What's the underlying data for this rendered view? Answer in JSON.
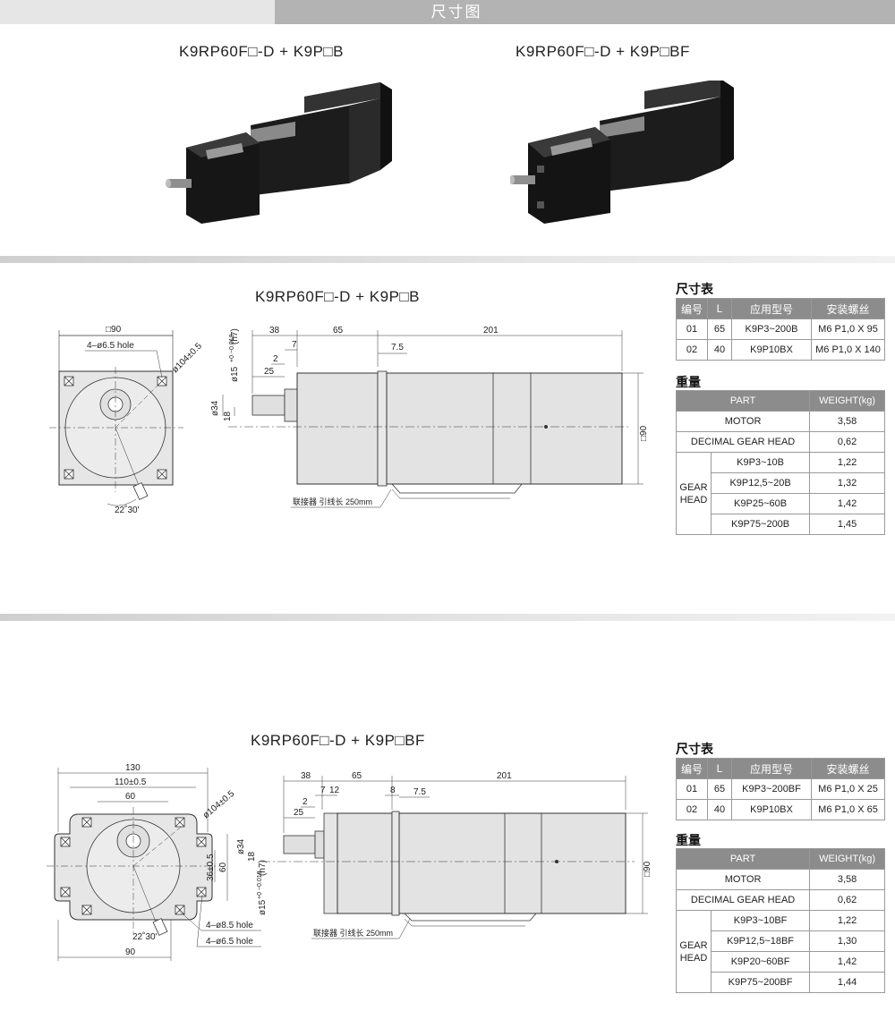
{
  "header": {
    "title": "尺寸图"
  },
  "products": [
    {
      "model": "K9RP60F□-D + K9P□B"
    },
    {
      "model": "K9RP60F□-D + K9P□BF"
    }
  ],
  "drawings": [
    {
      "model": "K9RP60F□-D + K9P□B",
      "front": {
        "square": "□90",
        "hole": "4–ø6.5 hole",
        "pcd": "ø104±0.5",
        "angle": "22˚30'"
      },
      "side": {
        "d38": "38",
        "d65": "65",
        "d201": "201",
        "d7": "7",
        "d7_5": "7.5",
        "d2": "2",
        "d25": "25",
        "shaft": "ø15",
        "tol": "+0 −0.018",
        "h7": "(h7)",
        "d34": "ø34",
        "d18": "18",
        "d90": "□90",
        "cable": "联接器 引线长 250mm"
      }
    },
    {
      "model": "K9RP60F□-D + K9P□BF",
      "front": {
        "w130": "130",
        "w110": "110±0.5",
        "w60": "60",
        "pcd": "ø104±0.5",
        "h36": "36±0.5",
        "h60": "60",
        "hole85": "4–ø8.5 hole",
        "hole65": "4–ø6.5 hole",
        "w90": "90",
        "angle": "22˚30'"
      },
      "side": {
        "d38": "38",
        "d65": "65",
        "d201": "201",
        "d7": "7",
        "d12": "12",
        "d8": "8",
        "d7_5": "7.5",
        "d2": "2",
        "d25": "25",
        "shaft": "ø15",
        "tol": "+0 −0.018",
        "h7": "(h7)",
        "d34": "ø34",
        "d18": "18",
        "d90": "□90",
        "cable": "联接器 引线长 250mm"
      }
    }
  ],
  "tables": [
    {
      "size_title": "尺寸表",
      "size_headers": [
        "编号",
        "L",
        "应用型号",
        "安装螺丝"
      ],
      "size_rows": [
        [
          "01",
          "65",
          "K9P3~200B",
          "M6 P1,0 X 95"
        ],
        [
          "02",
          "40",
          "K9P10BX",
          "M6 P1,0 X 140"
        ]
      ],
      "weight_title": "重量",
      "weight_headers": [
        "PART",
        "WEIGHT(kg)"
      ],
      "motor": [
        "MOTOR",
        "3,58"
      ],
      "decimal": [
        "DECIMAL GEAR HEAD",
        "0,62"
      ],
      "gear_label": "GEAR HEAD",
      "gear_rows": [
        [
          "K9P3~10B",
          "1,22"
        ],
        [
          "K9P12,5~20B",
          "1,32"
        ],
        [
          "K9P25~60B",
          "1,42"
        ],
        [
          "K9P75~200B",
          "1,45"
        ]
      ]
    },
    {
      "size_title": "尺寸表",
      "size_headers": [
        "编号",
        "L",
        "应用型号",
        "安装螺丝"
      ],
      "size_rows": [
        [
          "01",
          "65",
          "K9P3~200BF",
          "M6 P1,0 X 25"
        ],
        [
          "02",
          "40",
          "K9P10BX",
          "M6 P1,0 X 65"
        ]
      ],
      "weight_title": "重量",
      "weight_headers": [
        "PART",
        "WEIGHT(kg)"
      ],
      "motor": [
        "MOTOR",
        "3,58"
      ],
      "decimal": [
        "DECIMAL GEAR HEAD",
        "0,62"
      ],
      "gear_label": "GEAR HEAD",
      "gear_rows": [
        [
          "K9P3~10BF",
          "1,22"
        ],
        [
          "K9P12,5~18BF",
          "1,30"
        ],
        [
          "K9P20~60BF",
          "1,42"
        ],
        [
          "K9P75~200BF",
          "1,44"
        ]
      ]
    }
  ]
}
